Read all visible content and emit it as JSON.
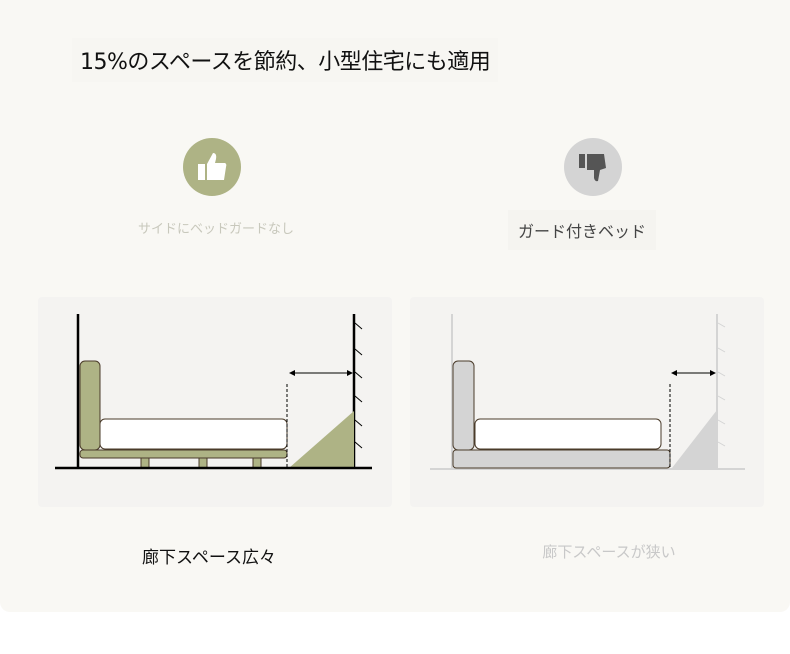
{
  "title": "15%のスペースを節約、小型住宅にも適用",
  "options": [
    {
      "label": "サイドにベッドガードなし",
      "icon": "thumbs-up-icon",
      "color": "#aeb385",
      "caption": "廊下スペース広々"
    },
    {
      "label": "ガード付きベッド",
      "icon": "thumbs-down-icon",
      "color": "#d4d4d4",
      "caption": "廊下スペースが狭い"
    }
  ],
  "colors": {
    "accent": "#aeb385",
    "muted": "#d4d4d4"
  }
}
